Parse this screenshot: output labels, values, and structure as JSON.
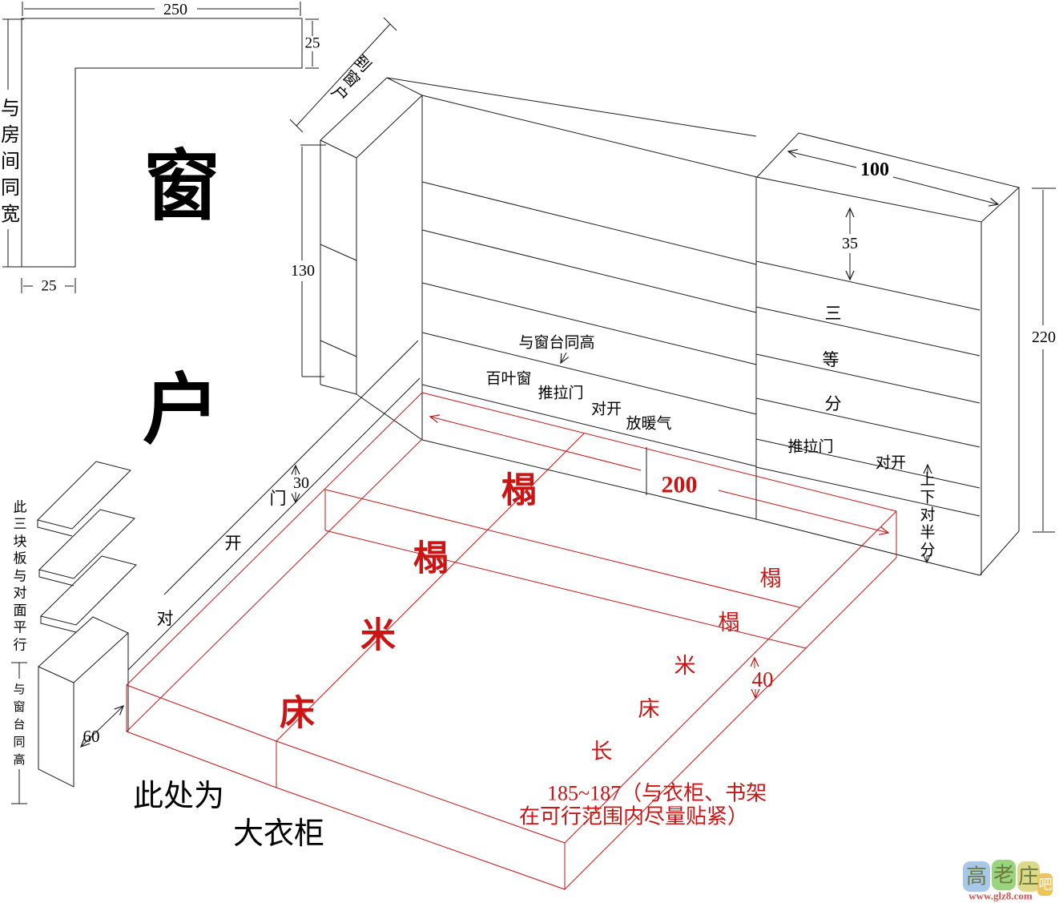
{
  "colors": {
    "ink": "#1a1a1a",
    "red": "#c41414",
    "watermark_url": "#d25555"
  },
  "plan": {
    "w": "250",
    "t": "25",
    "l": "25",
    "room": [
      "与",
      "房",
      "间",
      "同",
      "宽"
    ]
  },
  "window": {
    "c1": "窗",
    "c2": "户"
  },
  "to_window": [
    "到",
    "窗",
    "户"
  ],
  "left_wall": {
    "h": "130",
    "sill": "与窗台同高",
    "blinds": "百叶窗",
    "slide": "推拉门",
    "dbl": "对开",
    "rad": "放暖气"
  },
  "door": {
    "d": "30",
    "c": [
      "门",
      "开",
      "对"
    ]
  },
  "boards_note": [
    "此",
    "三",
    "块",
    "板",
    "与",
    "对",
    "面",
    "平",
    "行"
  ],
  "sill_note": [
    "与",
    "窗",
    "台",
    "同",
    "高"
  ],
  "wardrobe": {
    "d": "60",
    "l1": "此处为",
    "l2": "大衣柜"
  },
  "right_cab": {
    "w": "100",
    "t": "35",
    "h": "220",
    "thirds": [
      "三",
      "等",
      "分"
    ],
    "slide": "推拉门",
    "dbl": "对开",
    "half": [
      "上",
      "下",
      "对",
      "半",
      "分"
    ]
  },
  "bed": {
    "big": [
      "榻",
      "榻",
      "米",
      "床"
    ],
    "small": [
      "榻",
      "榻",
      "米",
      "床",
      "长"
    ],
    "w": "200",
    "h": "40",
    "n1": "185~187（与衣柜、书架",
    "n2": "在可行范围内尽量贴紧）"
  },
  "watermark": {
    "c1": "高",
    "c2": "老",
    "c3": "庄",
    "b": "吧",
    "url": "www.glz8.com"
  }
}
